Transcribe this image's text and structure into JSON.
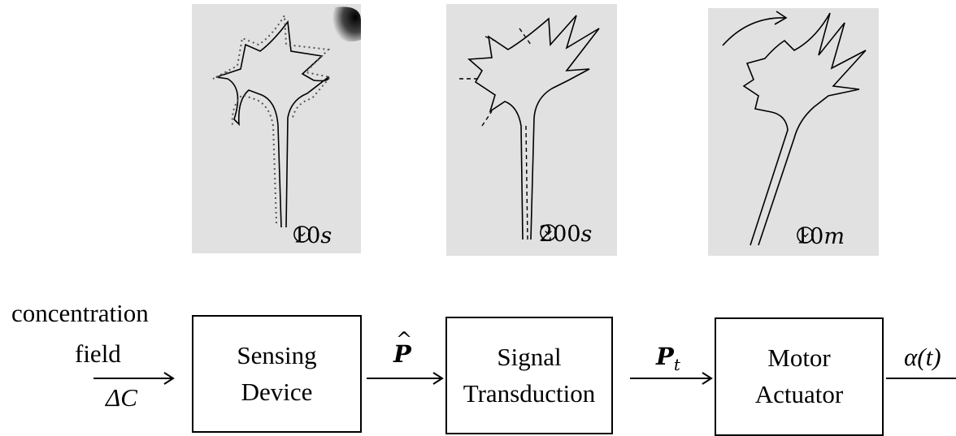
{
  "panels": [
    {
      "time_value": "10",
      "time_unit": "s",
      "icon": "clock-icon"
    },
    {
      "time_value": "200",
      "time_unit": "s",
      "icon": "clock-icon"
    },
    {
      "time_value": "10",
      "time_unit": "m",
      "icon": "clock-icon"
    }
  ],
  "input": {
    "line1": "concentration",
    "line2": "field",
    "symbol": "ΔC"
  },
  "blocks": [
    {
      "line1": "Sensing",
      "line2": "Device"
    },
    {
      "line1": "Signal",
      "line2": "Transduction"
    },
    {
      "line1": "Motor",
      "line2": "Actuator"
    }
  ],
  "signals": {
    "p_hat": "P",
    "p_hat_accent": "^",
    "p_t_base": "P",
    "p_t_sub": "t",
    "alpha": "α(t)"
  }
}
